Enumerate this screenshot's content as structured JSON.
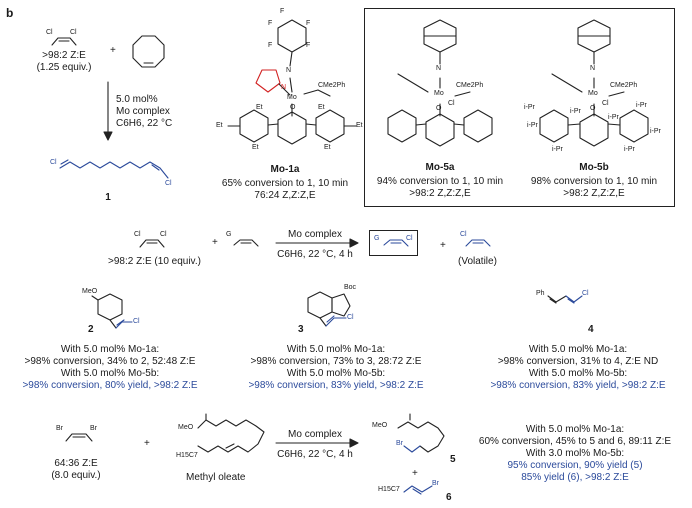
{
  "panel_label": "b",
  "colors": {
    "text": "#1a1a1a",
    "blue": "#2b4a9b",
    "red": "#d22222"
  },
  "top": {
    "dichloro_ratio": ">98:2 Z:E",
    "dichloro_equiv": "(1.25 equiv.)",
    "plus": "+",
    "cond_loading": "5.0 mol%",
    "cond_catalyst": "Mo complex",
    "cond_solvent": "C6H6, 22 °C",
    "product_number": "1"
  },
  "mo1a": {
    "name": "Mo-1a",
    "line1": "65% conversion to 1, 10 min",
    "line2": "76:24 Z,Z:Z,E",
    "atoms": {
      "f": "F",
      "n": "N",
      "mo": "Mo",
      "o": "O",
      "sub": "CMe2Ph",
      "et": "Et"
    }
  },
  "mo5a": {
    "name": "Mo-5a",
    "line1": "94% conversion to 1, 10 min",
    "line2": ">98:2 Z,Z:Z,E",
    "atoms": {
      "n": "N",
      "mo": "Mo",
      "o": "O",
      "cl": "Cl",
      "sub": "CMe2Ph"
    }
  },
  "mo5b": {
    "name": "Mo-5b",
    "line1": "98% conversion to 1, 10 min",
    "line2": ">98:2 Z,Z:Z,E",
    "atoms": {
      "n": "N",
      "mo": "Mo",
      "o": "O",
      "cl": "Cl",
      "sub": "CMe2Ph",
      "ipr": "i-Pr"
    }
  },
  "mid": {
    "ratio": ">98:2 Z:E",
    "equiv": "(10 equiv.)",
    "g": "G",
    "cl": "Cl",
    "arrow_top": "Mo complex",
    "arrow_bottom": "C6H6, 22 °C, 4 h",
    "volatile": "(Volatile)"
  },
  "compounds": [
    {
      "number": "2",
      "sub_label": "MeO",
      "line1": "With 5.0 mol% Mo-1a:",
      "line2": ">98% conversion, 34% to 2, 52:48 Z:E",
      "line3": "With 5.0 mol% Mo-5b:",
      "line4": ">98% conversion, 80% yield, >98:2 Z:E"
    },
    {
      "number": "3",
      "sub_label": "Boc",
      "line1": "With 5.0 mol% Mo-1a:",
      "line2": ">98% conversion, 73% to 3, 28:72 Z:E",
      "line3": "With 5.0 mol% Mo-5b:",
      "line4": ">98% conversion, 83% yield, >98:2 Z:E"
    },
    {
      "number": "4",
      "sub_label": "Ph",
      "line1": "With 5.0 mol% Mo-1a:",
      "line2": ">98% conversion, 31% to 4, Z:E ND",
      "line3": "With 5.0 mol% Mo-5b:",
      "line4": ">98% conversion, 83% yield, >98:2 Z:E"
    }
  ],
  "bottom": {
    "dibromo_ratio": "64:36 Z:E",
    "dibromo_equiv": "(8.0 equiv.)",
    "br": "Br",
    "meo": "MeO",
    "c7h15": "H15C7",
    "oleate": "Methyl oleate",
    "arrow_top": "Mo complex",
    "arrow_bottom": "C6H6, 22 °C, 4 h",
    "num5": "5",
    "num6": "6",
    "line1": "With 5.0 mol% Mo-1a:",
    "line2": "60% conversion, 45% to 5 and 6, 89:11 Z:E",
    "line3": "With 3.0 mol% Mo-5b:",
    "line4": "95% conversion, 90% yield (5)",
    "line5": "85% yield (6), >98:2 Z:E"
  }
}
